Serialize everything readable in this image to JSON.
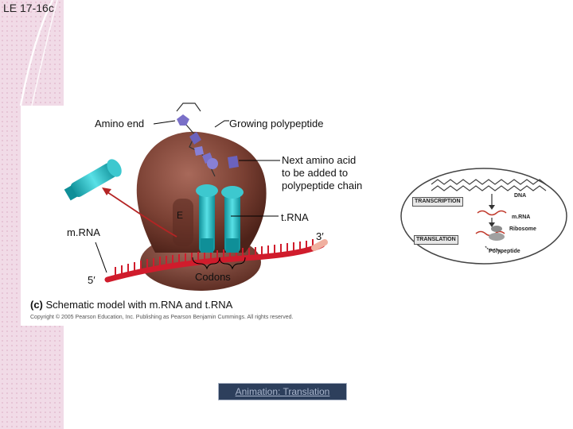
{
  "slide": {
    "title": "LE 17-16c"
  },
  "figure": {
    "labels": {
      "amino_end": "Amino end",
      "growing_polypeptide": "Growing polypeptide",
      "next_amino_acid": "Next amino acid\nto be added to\npolypeptide chain",
      "e_site": "E",
      "trna": "t.RNA",
      "mrna": "m.RNA",
      "three_prime": "3′",
      "five_prime": "5′",
      "codons": "Codons"
    },
    "caption_prefix": "(c)",
    "caption": "Schematic model with m.RNA and t.RNA",
    "copyright": "Copyright © 2005 Pearson Education, Inc. Publishing as Pearson Benjamin Cummings. All rights reserved."
  },
  "inset": {
    "transcription": "TRANSCRIPTION",
    "translation": "TRANSLATION",
    "dna": "DNA",
    "mrna": "m.RNA",
    "ribosome": "Ribosome",
    "polypeptide": "Polypeptide"
  },
  "animation_link": "Animation: Translation",
  "colors": {
    "ribosome": "#7a4033",
    "trna": "#1fb5bd",
    "mrna": "#d01c2c",
    "amino_acid": "#7a70c8",
    "side_pattern": "#f1dbe7"
  }
}
